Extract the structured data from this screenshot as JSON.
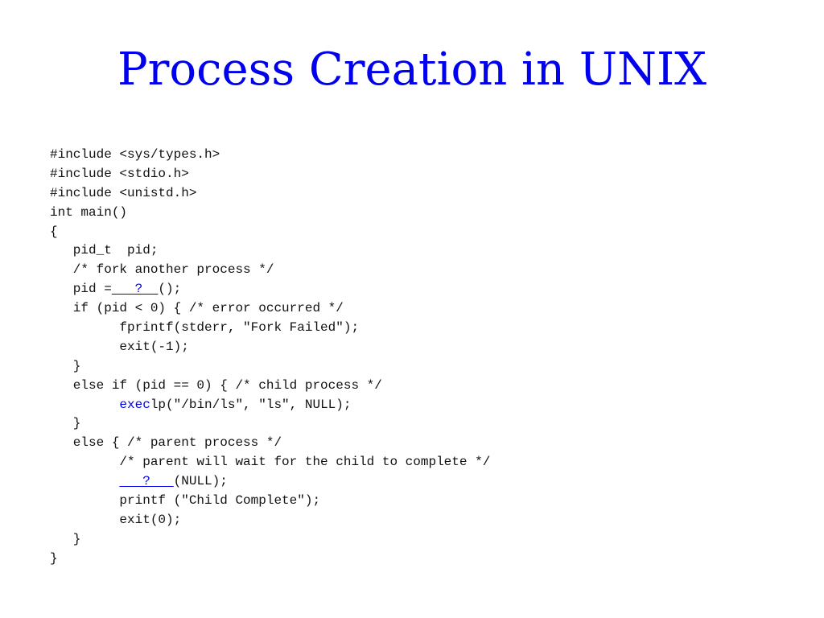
{
  "slide": {
    "title": "Process Creation in UNIX",
    "colors": {
      "title": "#0000ee",
      "code": "#111111",
      "highlight": "#0000ee"
    }
  },
  "code": {
    "lines": [
      {
        "segments": [
          {
            "text": "#include <sys/types.h>",
            "style": "normal"
          }
        ]
      },
      {
        "segments": [
          {
            "text": "#include <stdio.h>",
            "style": "normal"
          }
        ]
      },
      {
        "segments": [
          {
            "text": "#include <unistd.h>",
            "style": "normal"
          }
        ]
      },
      {
        "segments": [
          {
            "text": "int main()",
            "style": "normal"
          }
        ]
      },
      {
        "segments": [
          {
            "text": "{",
            "style": "normal"
          }
        ]
      },
      {
        "segments": [
          {
            "text": "   pid_t  pid;",
            "style": "normal"
          }
        ]
      },
      {
        "segments": [
          {
            "text": "   /* fork another process */",
            "style": "normal"
          }
        ]
      },
      {
        "segments": [
          {
            "text": "   pid =",
            "style": "normal"
          },
          {
            "text": "   ?  ",
            "style": "blank"
          },
          {
            "text": "();",
            "style": "normal"
          }
        ]
      },
      {
        "segments": [
          {
            "text": "   if (pid < 0) { /* error occurred */",
            "style": "normal"
          }
        ]
      },
      {
        "segments": [
          {
            "text": "         fprintf(stderr, \"Fork Failed\");",
            "style": "normal"
          }
        ]
      },
      {
        "segments": [
          {
            "text": "         exit(-1);",
            "style": "normal"
          }
        ]
      },
      {
        "segments": [
          {
            "text": "   }",
            "style": "normal"
          }
        ]
      },
      {
        "segments": [
          {
            "text": "   else if (pid == 0) { /* child process */",
            "style": "normal"
          }
        ]
      },
      {
        "segments": [
          {
            "text": "         ",
            "style": "normal"
          },
          {
            "text": "exec",
            "style": "blue"
          },
          {
            "text": "lp(\"/bin/ls\", \"ls\", NULL);",
            "style": "normal"
          }
        ]
      },
      {
        "segments": [
          {
            "text": "   }",
            "style": "normal"
          }
        ]
      },
      {
        "segments": [
          {
            "text": "   else { /* parent process */",
            "style": "normal"
          }
        ]
      },
      {
        "segments": [
          {
            "text": "         /* parent will wait for the child to complete */",
            "style": "normal"
          }
        ]
      },
      {
        "segments": [
          {
            "text": "         ",
            "style": "normal"
          },
          {
            "text": "   ?   ",
            "style": "blank"
          },
          {
            "text": "(NULL);",
            "style": "normal"
          }
        ]
      },
      {
        "segments": [
          {
            "text": "         printf (\"Child Complete\");",
            "style": "normal"
          }
        ]
      },
      {
        "segments": [
          {
            "text": "         exit(0);",
            "style": "normal"
          }
        ]
      },
      {
        "segments": [
          {
            "text": "   }",
            "style": "normal"
          }
        ]
      },
      {
        "segments": [
          {
            "text": "}",
            "style": "normal"
          }
        ]
      }
    ]
  }
}
